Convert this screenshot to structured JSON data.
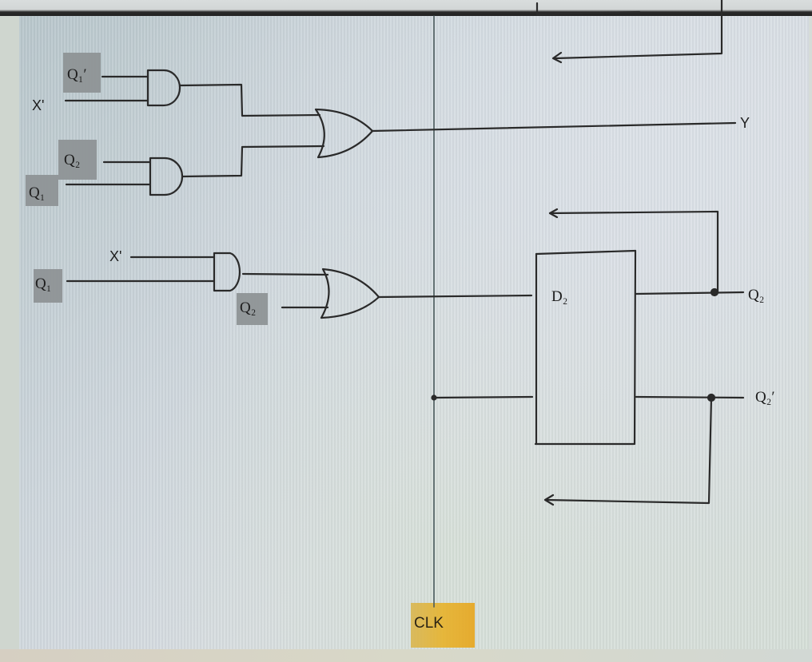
{
  "diagram": {
    "type": "sequential logic circuit",
    "inputs_group1": {
      "and_gate_1": [
        "Q1'",
        "X'"
      ],
      "and_gate_2": [
        "Q2",
        "Q1"
      ],
      "or_gate_output": "Y"
    },
    "inputs_group2": {
      "and_gate_3": [
        "X'",
        "Q1"
      ],
      "or_gate_2_inputs": [
        "AND3 output",
        "Q2"
      ],
      "or_gate_2_output": "D2"
    },
    "flip_flop": {
      "label": "D2",
      "outputs": [
        "Q2",
        "Q2'"
      ],
      "clock": "CLK"
    }
  },
  "labels": {
    "q1_prime_top": "Q₁′",
    "x_prime_top": "X'",
    "q2_top": "Q₂",
    "q1_top": "Q₁",
    "x_prime_mid": "X'",
    "q1_mid": "Q₁",
    "q2_mid": "Q₂",
    "y_output": "Y",
    "d2": "D₂",
    "q2_output": "Q₂",
    "q2_prime_output": "Q₂′",
    "clk": "CLK"
  },
  "colors": {
    "wire": "#2a2a2a",
    "label_box": "#8e9396",
    "clk_box": "#e4b02a"
  }
}
